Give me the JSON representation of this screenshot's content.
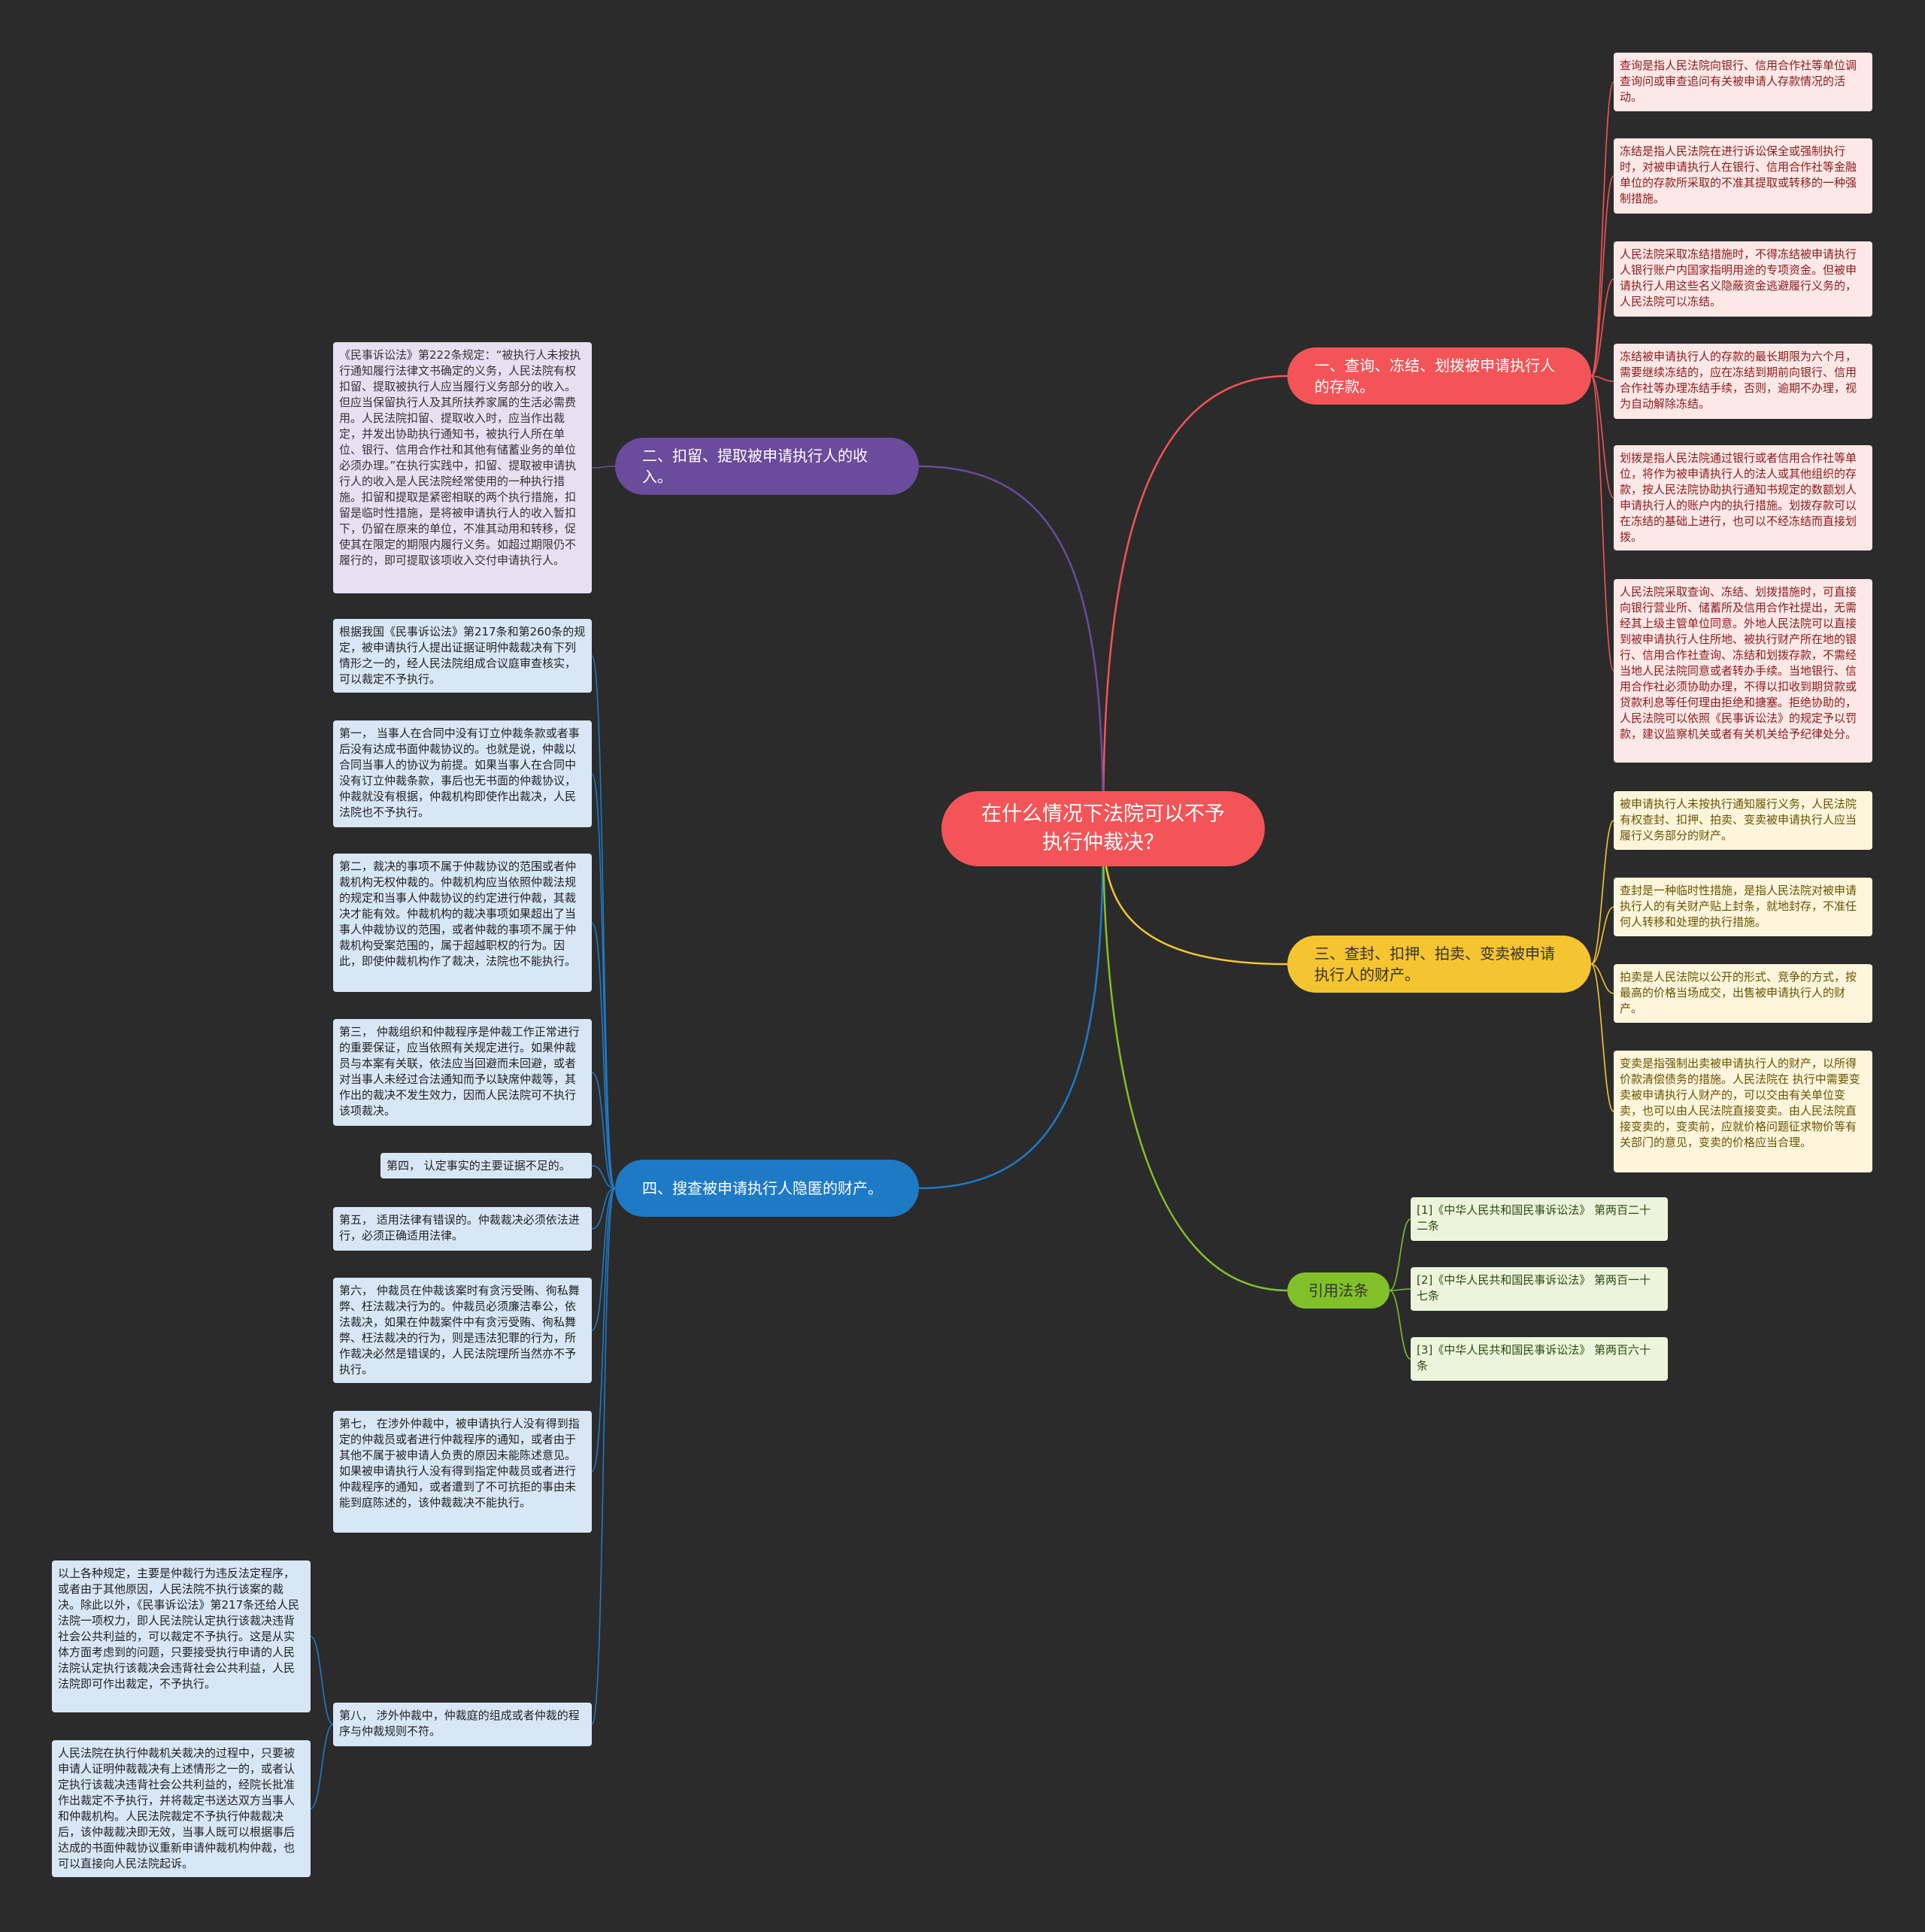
{
  "root": {
    "title": "在什么情况下法院可以不予执行仲裁决？"
  },
  "branches": [
    {
      "label": "一、查询、冻结、划拨被申请执行人的存款。",
      "color": "#f35457",
      "items": [
        "查询是指人民法院向银行、信用合作社等单位调查询问或审查追问有关被申请人存款情况的活动。",
        "冻结是指人民法院在进行诉讼保全或强制执行时，对被申请执行人在银行、信用合作社等金融单位的存款所采取的不准其提取或转移的一种强制措施。",
        "人民法院采取冻结措施时，不得冻结被申请执行人银行账户内国家指明用途的专项资金。但被申请执行人用这些名义隐蔽资金逃避履行义务的，人民法院可以冻结。",
        "冻结被申请执行人的存款的最长期限为六个月，需要继续冻结的，应在冻结到期前向银行、信用合作社等办理冻结手续，否则，逾期不办理，视为自动解除冻结。",
        "划拨是指人民法院通过银行或者信用合作社等单位，将作为被申请执行人的法人或其他组织的存款，按人民法院协助执行通知书规定的数额划人申请执行人的账户内的执行措施。划拨存款可以在冻结的基础上进行，也可以不经冻结而直接划拨。",
        "人民法院采取查询、冻结、划拨措施时，可直接向银行营业所、储蓄所及信用合作社提出，无需经其上级主管单位同意。外地人民法院可以直接到被申请执行人住所地、被执行财产所在地的银行、信用合作社查询、冻结和划拨存款，不需经当地人民法院同意或者转办手续。当地银行、信用合作社必须协助办理，不得以扣收到期贷款或贷款利息等任何理由拒绝和搪塞。拒绝协助的，人民法院可以依照《民事诉讼法》的规定予以罚款，建议监察机关或者有关机关给予纪律处分。"
      ]
    },
    {
      "label": "二、扣留、提取被申请执行人的收入。",
      "color": "#6b4b9c",
      "items": [
        "《民事诉讼法》第222条规定：“被执行人未按执行通知履行法律文书确定的义务，人民法院有权扣留、提取被执行人应当履行义务部分的收入。但应当保留执行人及其所扶养家属的生活必需费用。人民法院扣留、提取收入时，应当作出裁定，并发出协助执行通知书，被执行人所在单位、银行、信用合作社和其他有储蓄业务的单位必须办理。”在执行实践中，扣留、提取被申请执行人的收入是人民法院经常使用的一种执行措施。扣留和提取是紧密相联的两个执行措施，扣留是临时性措施，是将被申请执行人的收入暂扣下，仍留在原来的单位，不准其动用和转移，促使其在限定的期限内履行义务。如超过期限仍不履行的，即可提取该项收入交付申请执行人。"
      ]
    },
    {
      "label": "三、查封、扣押、拍卖、变卖被申请执行人的财产。",
      "color": "#f5c431",
      "items": [
        "被申请执行人未按执行通知履行义务，人民法院有权查封、扣押、拍卖、变卖被申请执行人应当履行义务部分的财产。",
        "查封是一种临时性措施，是指人民法院对被申请执行人的有关财产贴上封条，就地封存，不准任何人转移和处理的执行措施。",
        "拍卖是人民法院以公开的形式、竞争的方式，按最高的价格当场成交，出售被申请执行人的财产。",
        "变卖是指强制出卖被申请执行人的财产，以所得价款清偿债务的措施。人民法院在 执行中需要变卖被申请执行人财产的，可以交由有关单位变卖，也可以由人民法院直接变卖。由人民法院直接变卖的，变卖前，应就价格问题征求物价等有关部门的意见，变卖的价格应当合理。"
      ]
    },
    {
      "label": "四、搜查被申请执行人隐匿的财产。",
      "color": "#1f7ac6",
      "items": [
        "根据我国《民事诉讼法》第217条和第260条的规定，被申请执行人提出证据证明仲裁裁决有下列情形之一的，经人民法院组成合议庭审查核实，可以裁定不予执行。",
        "第一， 当事人在合同中没有订立仲裁条款或者事后没有达成书面仲裁协议的。也就是说，仲裁以合同当事人的协议为前提。如果当事人在合同中没有订立仲裁条款，事后也无书面的仲裁协议，仲裁就没有根据，仲裁机构即使作出裁决，人民法院也不予执行。",
        "第二，裁决的事项不属于仲裁协议的范围或者仲裁机构无权仲裁的。仲裁机构应当依照仲裁法规的规定和当事人仲裁协议的约定进行仲裁，其裁决才能有效。仲裁机构的裁决事项如果超出了当事人仲裁协议的范围，或者仲裁的事项不属于仲裁机构受案范围的，属于超越职权的行为。因此，即使仲裁机构作了裁决，法院也不能执行。",
        "第三， 仲裁组织和仲裁程序是仲裁工作正常进行的重要保证，应当依照有关规定进行。如果仲裁员与本案有关联，依法应当回避而未回避，或者对当事人未经过合法通知而予以缺席仲裁等，其作出的裁决不发生效力，因而人民法院可不执行该项裁决。",
        "第四， 认定事实的主要证据不足的。",
        "第五， 适用法律有错误的。仲裁裁决必须依法进行，必须正确适用法律。",
        "第六， 仲裁员在仲裁该案时有贪污受贿、徇私舞弊、枉法裁决行为的。仲裁员必须廉洁奉公，依法裁决，如果在仲裁案件中有贪污受贿、徇私舞弊、枉法裁决的行为，则是违法犯罪的行为，所作裁决必然是错误的，人民法院理所当然亦不予执行。",
        "第七， 在涉外仲裁中，被申请执行人没有得到指定的仲裁员或者进行仲裁程序的通知，或者由于其他不属于被申请人负责的原因未能陈述意见。如果被申请执行人没有得到指定仲裁员或者进行仲裁程序的通知，或者遭到了不可抗拒的事由未能到庭陈述的，该仲裁裁决不能执行。",
        "第八， 涉外仲裁中，仲裁庭的组成或者仲裁的程序与仲裁规则不符。"
      ],
      "sub_items": [
        "以上各种规定，主要是仲裁行为违反法定程序，或者由于其他原因，人民法院不执行该案的裁决。除此以外，《民事诉讼法》第217条还给人民法院一项权力，即人民法院认定执行该裁决违背社会公共利益的，可以裁定不予执行。这是从实体方面考虑到的问题，只要接受执行申请的人民法院认定执行该裁决会违背社会公共利益，人民法院即可作出裁定，不予执行。",
        "人民法院在执行仲裁机关裁决的过程中，只要被申请人证明仲裁裁决有上述情形之一的，或者认定执行该裁决违背社会公共利益的，经院长批准作出裁定不予执行，并将裁定书送达双方当事人和仲裁机构。人民法院裁定不予执行仲裁裁决后，该仲裁裁决即无效，当事人既可以根据事后达成的书面仲裁协议重新申请仲裁机构仲裁，也可以直接向人民法院起诉。"
      ]
    },
    {
      "label": "引用法条",
      "color": "#82c02a",
      "items": [
        "[1]《中华人民共和国民事诉讼法》 第两百二十二条",
        "[2]《中华人民共和国民事诉讼法》 第两百一十七条",
        "[3]《中华人民共和国民事诉讼法》 第两百六十条"
      ]
    }
  ]
}
